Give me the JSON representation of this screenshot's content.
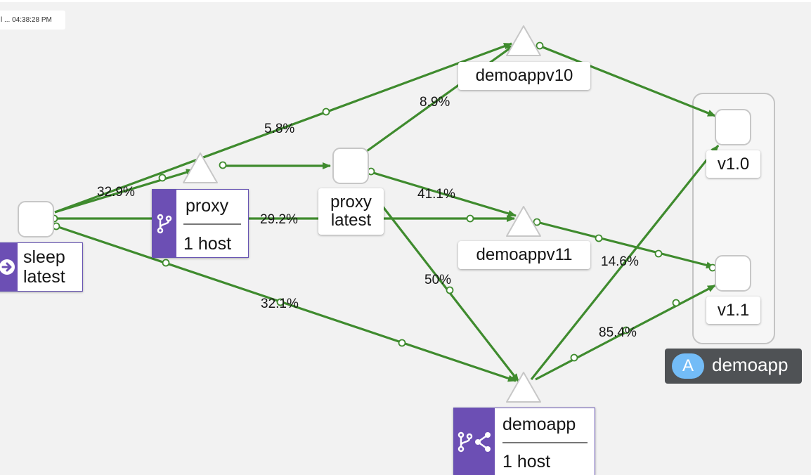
{
  "timestamp": "l ... 04:38:28 PM",
  "nodes": {
    "sleep": {
      "label": "sleep\nlatest",
      "icon": "arrow-right-icon"
    },
    "proxy_service": {
      "label": "proxy",
      "hosts": "1 host",
      "icon": "git-branch-icon"
    },
    "proxy_workload": {
      "label": "proxy\nlatest"
    },
    "demoappv10": {
      "label": "demoappv10"
    },
    "demoappv11": {
      "label": "demoappv11"
    },
    "demoapp_service": {
      "label": "demoapp",
      "hosts": "1 host",
      "icon": "branch-share-icon"
    },
    "v1_0": {
      "label": "v1.0"
    },
    "v1_1": {
      "label": "v1.1"
    }
  },
  "app_group": {
    "badge": "A",
    "name": "demoapp"
  },
  "edge_labels": {
    "e1": "5.8%",
    "e2": "32.9%",
    "e3": "8.9%",
    "e4": "41.1%",
    "e5": "29.2%",
    "e6": "14.6%",
    "e7": "50%",
    "e8": "32.1%",
    "e9": "85.4%"
  },
  "colors": {
    "edge": "#3f8b2e",
    "badge": "#6c4fb4",
    "app_chip": "#4f5255",
    "app_circle": "#73bcf7"
  }
}
